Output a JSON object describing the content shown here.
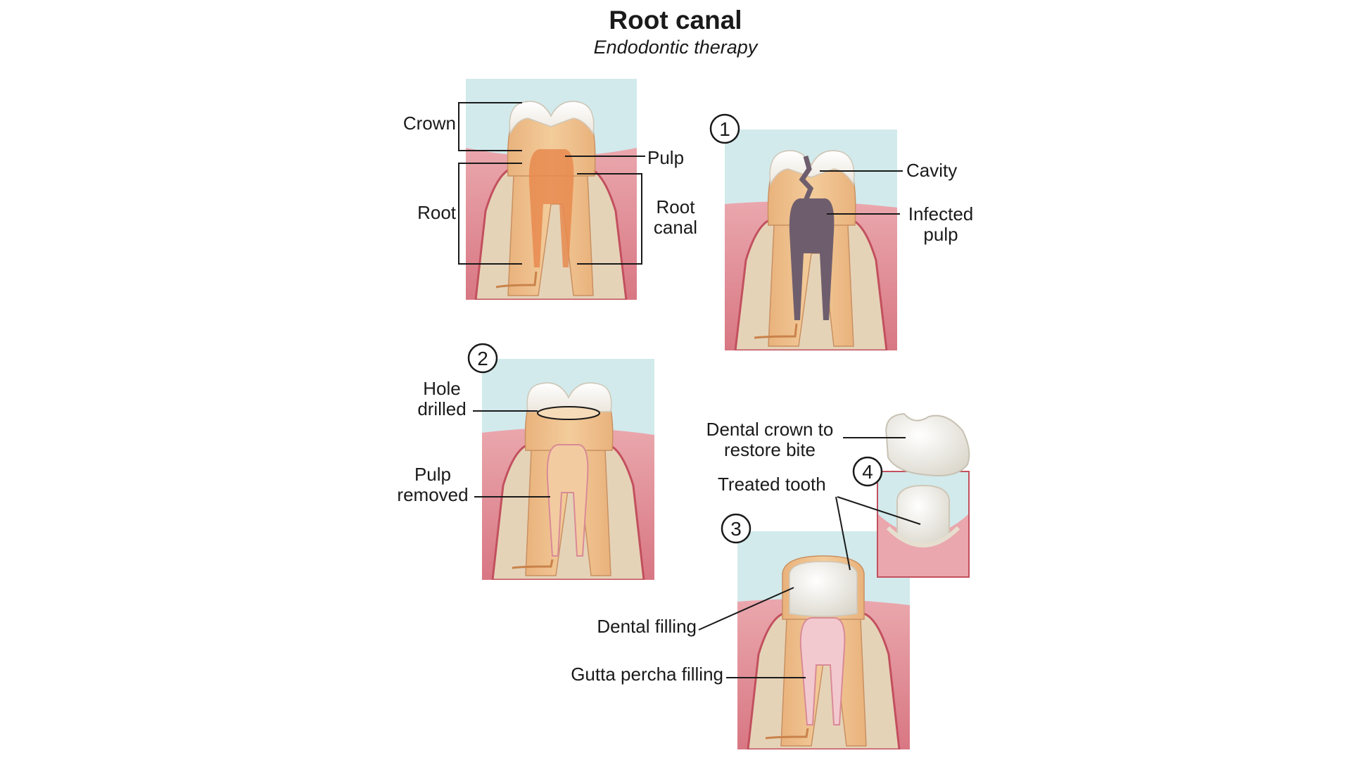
{
  "header": {
    "title": "Root canal",
    "subtitle": "Endodontic therapy"
  },
  "anatomy": {
    "crown": "Crown",
    "root": "Root",
    "pulp": "Pulp",
    "root_canal_line1": "Root",
    "root_canal_line2": "canal"
  },
  "step1": {
    "number": "1",
    "cavity": "Cavity",
    "infected_line1": "Infected",
    "infected_line2": "pulp"
  },
  "step2": {
    "number": "2",
    "hole_line1": "Hole",
    "hole_line2": "drilled",
    "pulp_line1": "Pulp",
    "pulp_line2": "removed"
  },
  "step3": {
    "number": "3",
    "treated_tooth": "Treated tooth",
    "dental_filling": "Dental filling",
    "gutta_percha": "Gutta percha filling"
  },
  "step4": {
    "number": "4",
    "crown_line1": "Dental crown to",
    "crown_line2": "restore bite"
  },
  "colors": {
    "sky": "#d2eaec",
    "gum": "#e59aa1",
    "gum_dark": "#c2505e",
    "bone": "#e5d3b8",
    "dentin": "#eab988",
    "enamel": "#f7f5f0",
    "pulp": "#e78a4f",
    "infected": "#6e5e6d",
    "canal_pink": "#f2c9cf"
  }
}
